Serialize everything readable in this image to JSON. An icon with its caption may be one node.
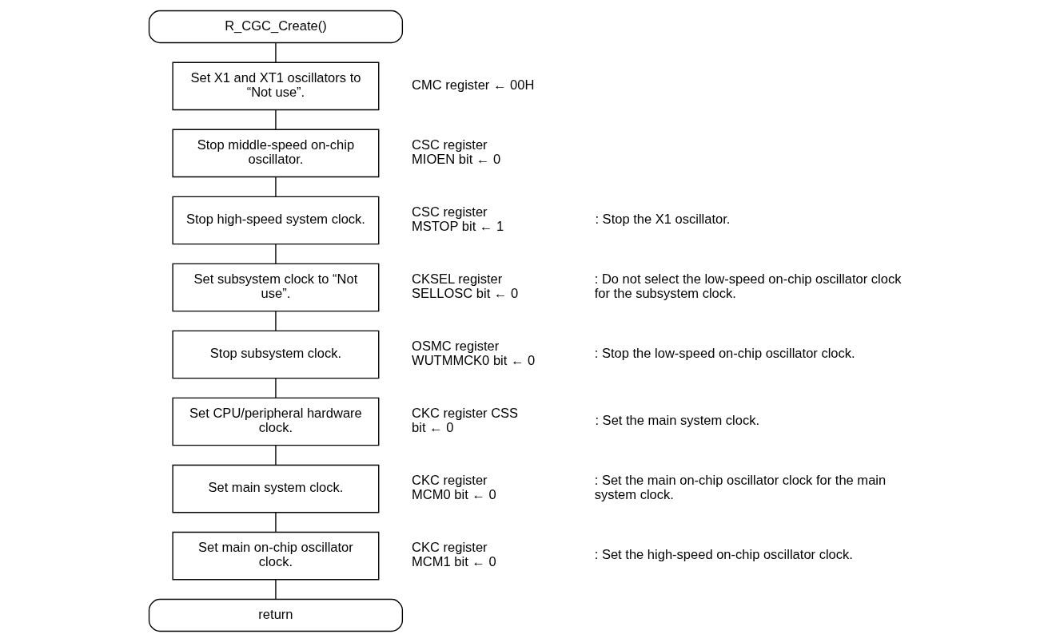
{
  "diagram": {
    "nodes": [
      {
        "text": [
          "R_CGC_Create()"
        ]
      },
      {
        "text": [
          "Set X1 and XT1 oscillators to “Not use”."
        ],
        "beside": [
          "CMC register ← 00H"
        ]
      },
      {
        "text": [
          "Stop middle-speed on-chip oscillator."
        ],
        "beside": [
          "CSC register MIOEN bit ← 0"
        ]
      },
      {
        "text": [
          "Stop high-speed system clock."
        ],
        "beside": [
          "CSC register MSTOP bit ← 1"
        ]
      },
      {
        "text": [
          "Set subsystem clock to “Not use”."
        ],
        "beside": [
          "CKSEL register SELLOSC bit ← 0"
        ]
      },
      {
        "text": [
          "Stop subsystem clock."
        ],
        "beside": [
          "OSMC register WUTMMCK0 bit ← 0"
        ]
      },
      {
        "text": [
          "Set CPU/peripheral hardware clock."
        ],
        "beside": [
          "CKC register CSS bit ← 0"
        ]
      },
      {
        "text": [
          "Set main system clock."
        ],
        "beside": [
          "CKC register MCM0 bit ← 0"
        ]
      },
      {
        "text": [
          "Set main on-chip oscillator clock."
        ],
        "beside": [
          "CKC register MCM1 bit ← 0"
        ]
      },
      {
        "text": [
          "return"
        ]
      }
    ],
    "edges": [
      {
        "from": 0,
        "to": 1,
        "arrow": "none"
      },
      {
        "from": 1,
        "to": 2,
        "arrow": "none"
      },
      {
        "from": 2,
        "to": 3,
        "arrow": "none"
      },
      {
        "from": 3,
        "to": 4,
        "arrow": "none"
      },
      {
        "from": 4,
        "to": 5,
        "arrow": "none"
      },
      {
        "from": 5,
        "to": 6,
        "arrow": "none"
      },
      {
        "from": 6,
        "to": 7,
        "arrow": "none"
      },
      {
        "from": 7,
        "to": 8,
        "arrow": "none"
      },
      {
        "from": 8,
        "to": 9,
        "arrow": "none"
      }
    ],
    "labels": [
      ": Stop the X1 oscillator.",
      ": Do not select the low-speed on-chip oscillator clock for the subsystem clock.",
      ": Stop the low-speed on-chip oscillator clock.",
      ": Set the main system clock.",
      ": Set the main on-chip oscillator clock for the main system clock.",
      ": Set the high-speed on-chip oscillator clock."
    ]
  }
}
